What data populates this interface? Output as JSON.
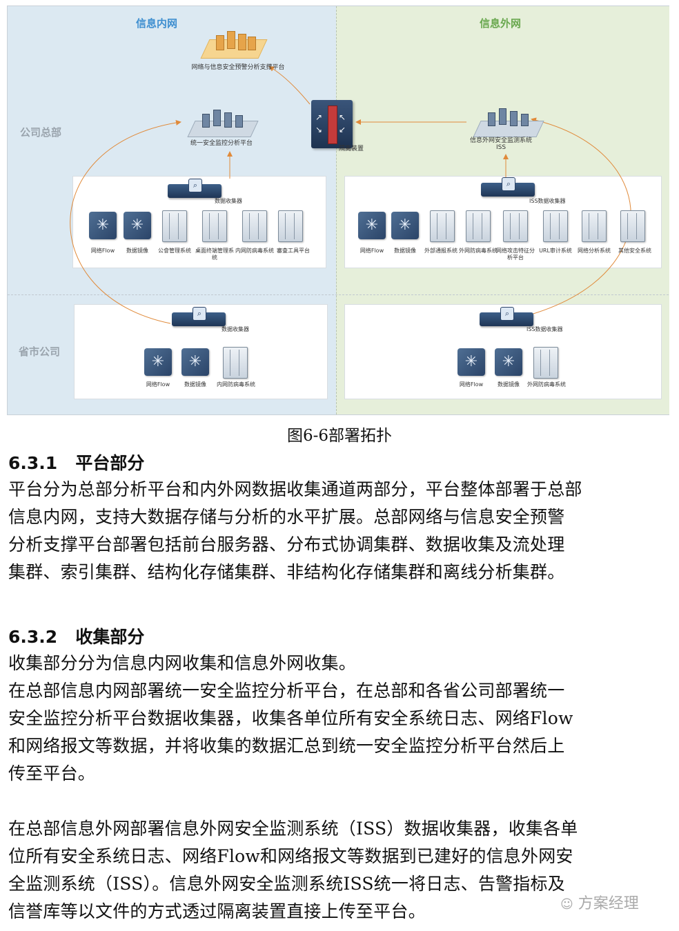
{
  "diagram": {
    "zones": {
      "intranet": "信息内网",
      "extranet": "信息外网"
    },
    "rows": {
      "hq": "公司总部",
      "province": "省市公司"
    },
    "hq_platform": "网络与信息安全预警分析支撑平台",
    "unified_platform": "统一安全监控分析平台",
    "isolation_device": "隔离装置",
    "iss_system": [
      "信息外网安全监测系统",
      "ISS"
    ],
    "collectors": {
      "intranet_hq": "数据收集器",
      "extranet_hq": "ISS数据收集器",
      "intranet_prov": "数据收集器",
      "extranet_prov": "ISS数据收集器"
    },
    "intranet_hq_sources": [
      "网络Flow",
      "数据镜像",
      "公會管理系统",
      "桌面终端管理系统",
      "内网防病毒系统",
      "審査工具平台"
    ],
    "extranet_hq_sources": [
      "网络Flow",
      "数据镜像",
      "外部通报系统",
      "外网防病毒系统",
      "网络攻击特征分析平台",
      "URL审计系统",
      "网络分析系统",
      "其他安全系统"
    ],
    "intranet_prov_sources": [
      "网络Flow",
      "数据镜像",
      "内网防病毒系统"
    ],
    "extranet_prov_sources": [
      "网络Flow",
      "数据镜像",
      "外网防病毒系统"
    ]
  },
  "caption": "图6-6部署拓扑",
  "sections": [
    {
      "heading_num": "6.3.1",
      "heading_title": "平台部分",
      "lines": [
        "平台分为总部分析平台和内外网数据收集通道两部分，平台整体部署于总部",
        "信息内网，支持大数据存储与分析的水平扩展。总部网络与信息安全预警",
        "分析支撑平台部署包括前台服务器、分布式协调集群、数据收集及流处理",
        "集群、索引集群、结构化存储集群、非结构化存储集群和离线分析集群。"
      ]
    },
    {
      "heading_num": "6.3.2",
      "heading_title": "收集部分",
      "lines": [
        "收集部分分为信息内网收集和信息外网收集。",
        "在总部信息内网部署统一安全监控分析平台，在总部和各省公司部署统一",
        "安全监控分析平台数据收集器，收集各单位所有安全系统日志、网络Flow",
        "和网络报文等数据，并将收集的数据汇总到统一安全监控分析平台然后上",
        "传至平台。"
      ],
      "lines2": [
        "在总部信息外网部署信息外网安全监测系统（ISS）数据收集器，收集各单",
        "位所有安全系统日志、网络Flow和网络报文等数据到已建好的信息外网安",
        "全监测系统（ISS）。信息外网安全监测系统ISS统一将日志、告警指标及",
        "信誉库等以文件的方式透过隔离装置直接上传至平台。"
      ]
    }
  ],
  "watermark": "方案经理",
  "colors": {
    "intranet_bg": "#dce9f2",
    "extranet_bg": "#e6efda",
    "intranet_title": "#3f8fd0",
    "extranet_title": "#6aa84f",
    "arrow": "#e08a3a"
  }
}
